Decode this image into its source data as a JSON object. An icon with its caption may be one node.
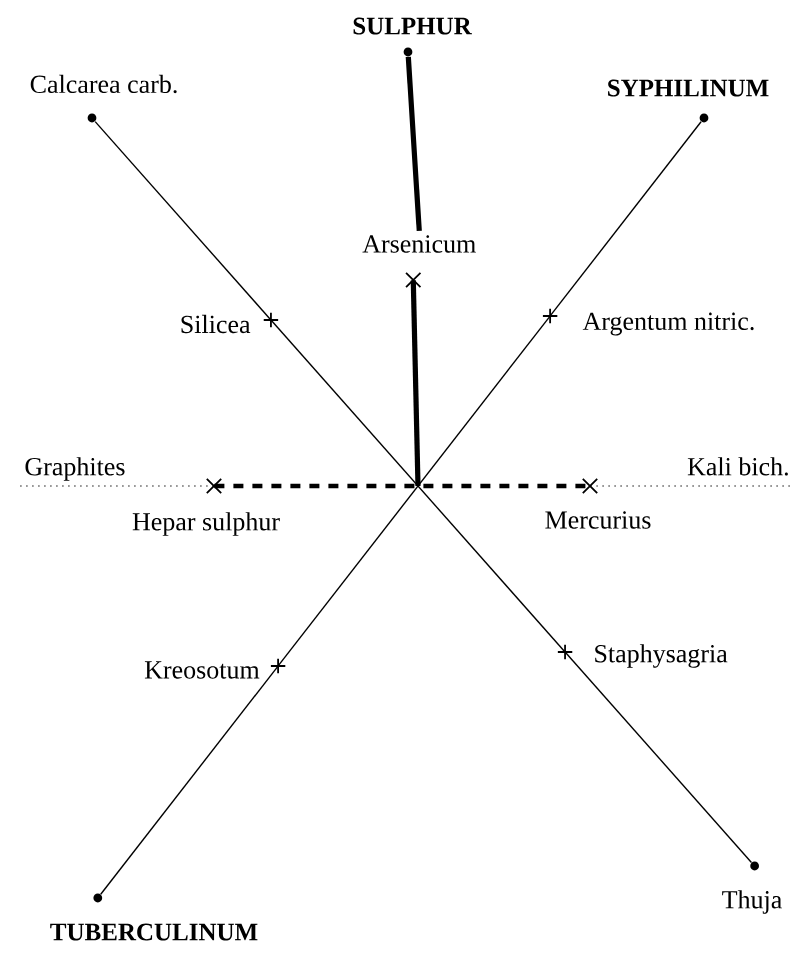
{
  "diagram": {
    "nodes": [
      {
        "text": [],
        "shape": "dot",
        "beside": [
          "SULPHUR"
        ]
      },
      {
        "text": [],
        "shape": "dot",
        "beside": [
          "Calcarea carb."
        ]
      },
      {
        "text": [],
        "shape": "dot",
        "beside": [
          "SYPHILINUM"
        ]
      },
      {
        "text": [],
        "shape": "cross",
        "beside": [
          "Arsenicum"
        ]
      },
      {
        "text": [],
        "shape": "cross",
        "beside": [
          "Silicea"
        ]
      },
      {
        "text": [],
        "shape": "cross",
        "beside": [
          "Argentum nitric."
        ]
      },
      {
        "text": [
          "Graphites"
        ]
      },
      {
        "text": [
          "Kali bich."
        ]
      },
      {
        "text": [],
        "shape": "cross",
        "beside": [
          "Hepar sulphur"
        ]
      },
      {
        "text": [],
        "shape": "cross",
        "beside": [
          "Mercurius"
        ]
      },
      {
        "text": [],
        "shape": "cross",
        "beside": [
          "Kreosotum"
        ]
      },
      {
        "text": [],
        "shape": "cross",
        "beside": [
          "Staphysagria"
        ]
      },
      {
        "text": [],
        "shape": "dot",
        "beside": [
          "Thuja"
        ]
      },
      {
        "text": [],
        "shape": "dot",
        "beside": [
          "TUBERCULINUM"
        ]
      }
    ],
    "edges": [
      {
        "from": 0,
        "to": 3,
        "arrow": "none",
        "style": "thick"
      },
      {
        "from": 3,
        "to": null,
        "arrow": "none",
        "style": "thick"
      },
      {
        "from": 1,
        "to": 4,
        "arrow": "none"
      },
      {
        "from": 4,
        "to": 11,
        "arrow": "none"
      },
      {
        "from": 11,
        "to": 12,
        "arrow": "none"
      },
      {
        "from": 2,
        "to": 5,
        "arrow": "none"
      },
      {
        "from": 5,
        "to": 10,
        "arrow": "none"
      },
      {
        "from": 10,
        "to": 13,
        "arrow": "none"
      },
      {
        "from": 8,
        "to": 6,
        "arrow": "none",
        "style": "dashed"
      },
      {
        "from": 8,
        "to": 9,
        "arrow": "none",
        "style": "dashed"
      },
      {
        "from": 9,
        "to": 7,
        "arrow": "none",
        "style": "dashed"
      }
    ]
  }
}
